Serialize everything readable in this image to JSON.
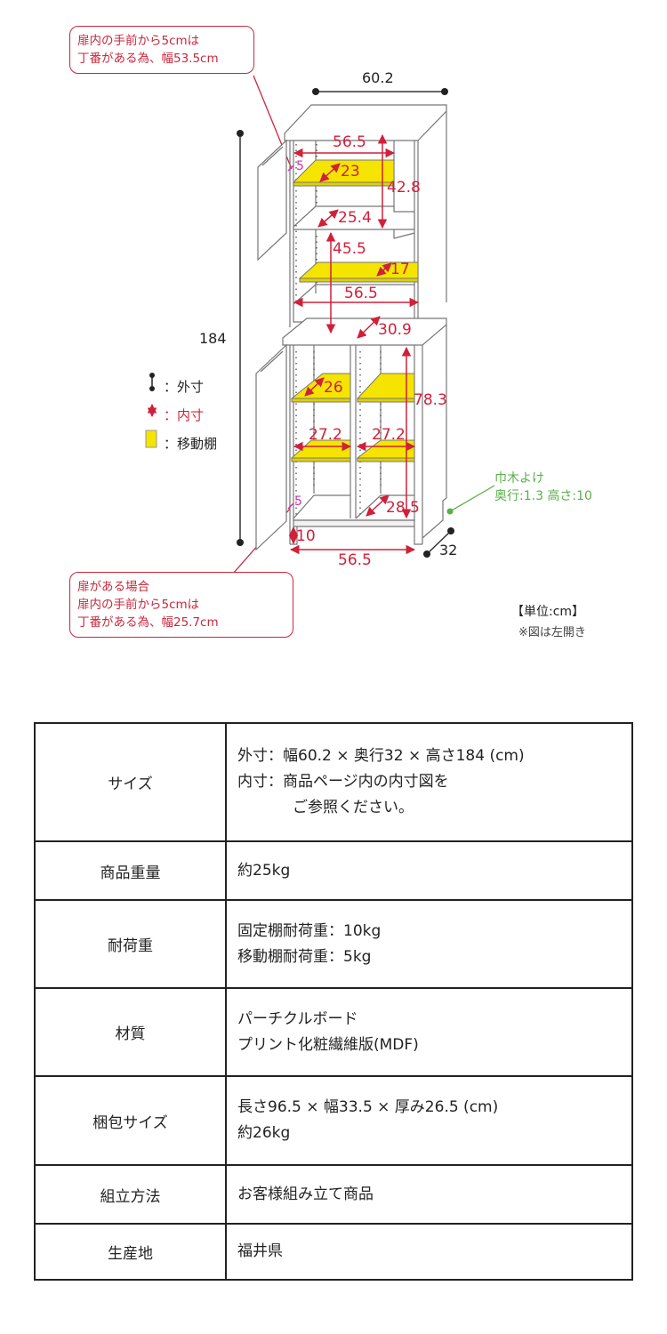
{
  "diagram": {
    "callout_top": {
      "lines": [
        "扉内の手前から5cmは",
        "丁番がある為、幅53.5cm"
      ]
    },
    "callout_bottom": {
      "lines": [
        "扉がある場合",
        "扉内の手前から5cmは",
        "丁番がある為、幅25.7cm"
      ]
    },
    "outer_dims": {
      "width": "60.2",
      "height": "184",
      "depth": "32"
    },
    "inner_dims": {
      "top_width": "56.5",
      "top_shelf_depth": "23",
      "top_height": "42.8",
      "top_hinge_offset": "5",
      "upper_floor_depth": "25.4",
      "middle_height": "45.5",
      "middle_shelf_depth": "17",
      "middle_width": "56.5",
      "counter_depth": "30.9",
      "lower_shelf_depth": "26",
      "lower_height": "78.3",
      "lower_left_width": "27.2",
      "lower_right_width": "27.2",
      "lower_hinge_offset": "5",
      "lower_floor_depth": "28.5",
      "plinth_height": "10",
      "bottom_width": "56.5"
    },
    "legend": [
      {
        "icon": "outer-dimension-icon",
        "label": "：外寸",
        "color": "#222222"
      },
      {
        "icon": "inner-dimension-icon",
        "label": "：内寸",
        "color": "#d0203a"
      },
      {
        "icon": "movable-shelf-icon",
        "label": "：移動棚",
        "color": "#222222"
      }
    ],
    "baseboard_note": {
      "title": "巾木よけ",
      "detail": "奥行:1.3 高さ:10"
    },
    "unit_note": "【単位:cm】",
    "orientation_note": "※図は左開き",
    "colors": {
      "inner_dim": "#d0203a",
      "movable_shelf": "#f4e400",
      "baseboard_note": "#5aaf48",
      "callout_border": "#c8283c",
      "hinge_marker": "#d030b0"
    }
  },
  "spec_table": {
    "rows": [
      {
        "key": "サイズ",
        "lines": [
          {
            "prefix": "外寸：",
            "text": "幅60.2 × 奥行32 × 高さ184 (cm)"
          },
          {
            "prefix": "内寸：",
            "text": "商品ページ内の内寸図を"
          },
          {
            "prefix": "",
            "text": "ご参照ください。"
          }
        ]
      },
      {
        "key": "商品重量",
        "lines": [
          {
            "prefix": "",
            "text": "約25kg"
          }
        ]
      },
      {
        "key": "耐荷重",
        "lines": [
          {
            "prefix": "",
            "text": "固定棚耐荷重：10kg"
          },
          {
            "prefix": "",
            "text": "移動棚耐荷重：5kg"
          }
        ]
      },
      {
        "key": "材質",
        "lines": [
          {
            "prefix": "",
            "text": "パーチクルボード"
          },
          {
            "prefix": "",
            "text": "プリント化粧繊維版(MDF)"
          }
        ]
      },
      {
        "key": "梱包サイズ",
        "lines": [
          {
            "prefix": "",
            "text": "長さ96.5 × 幅33.5 × 厚み26.5 (cm)"
          },
          {
            "prefix": "",
            "text": "約26kg"
          }
        ]
      },
      {
        "key": "組立方法",
        "lines": [
          {
            "prefix": "",
            "text": "お客様組み立て商品"
          }
        ]
      },
      {
        "key": "生産地",
        "lines": [
          {
            "prefix": "",
            "text": "福井県"
          }
        ]
      }
    ]
  }
}
